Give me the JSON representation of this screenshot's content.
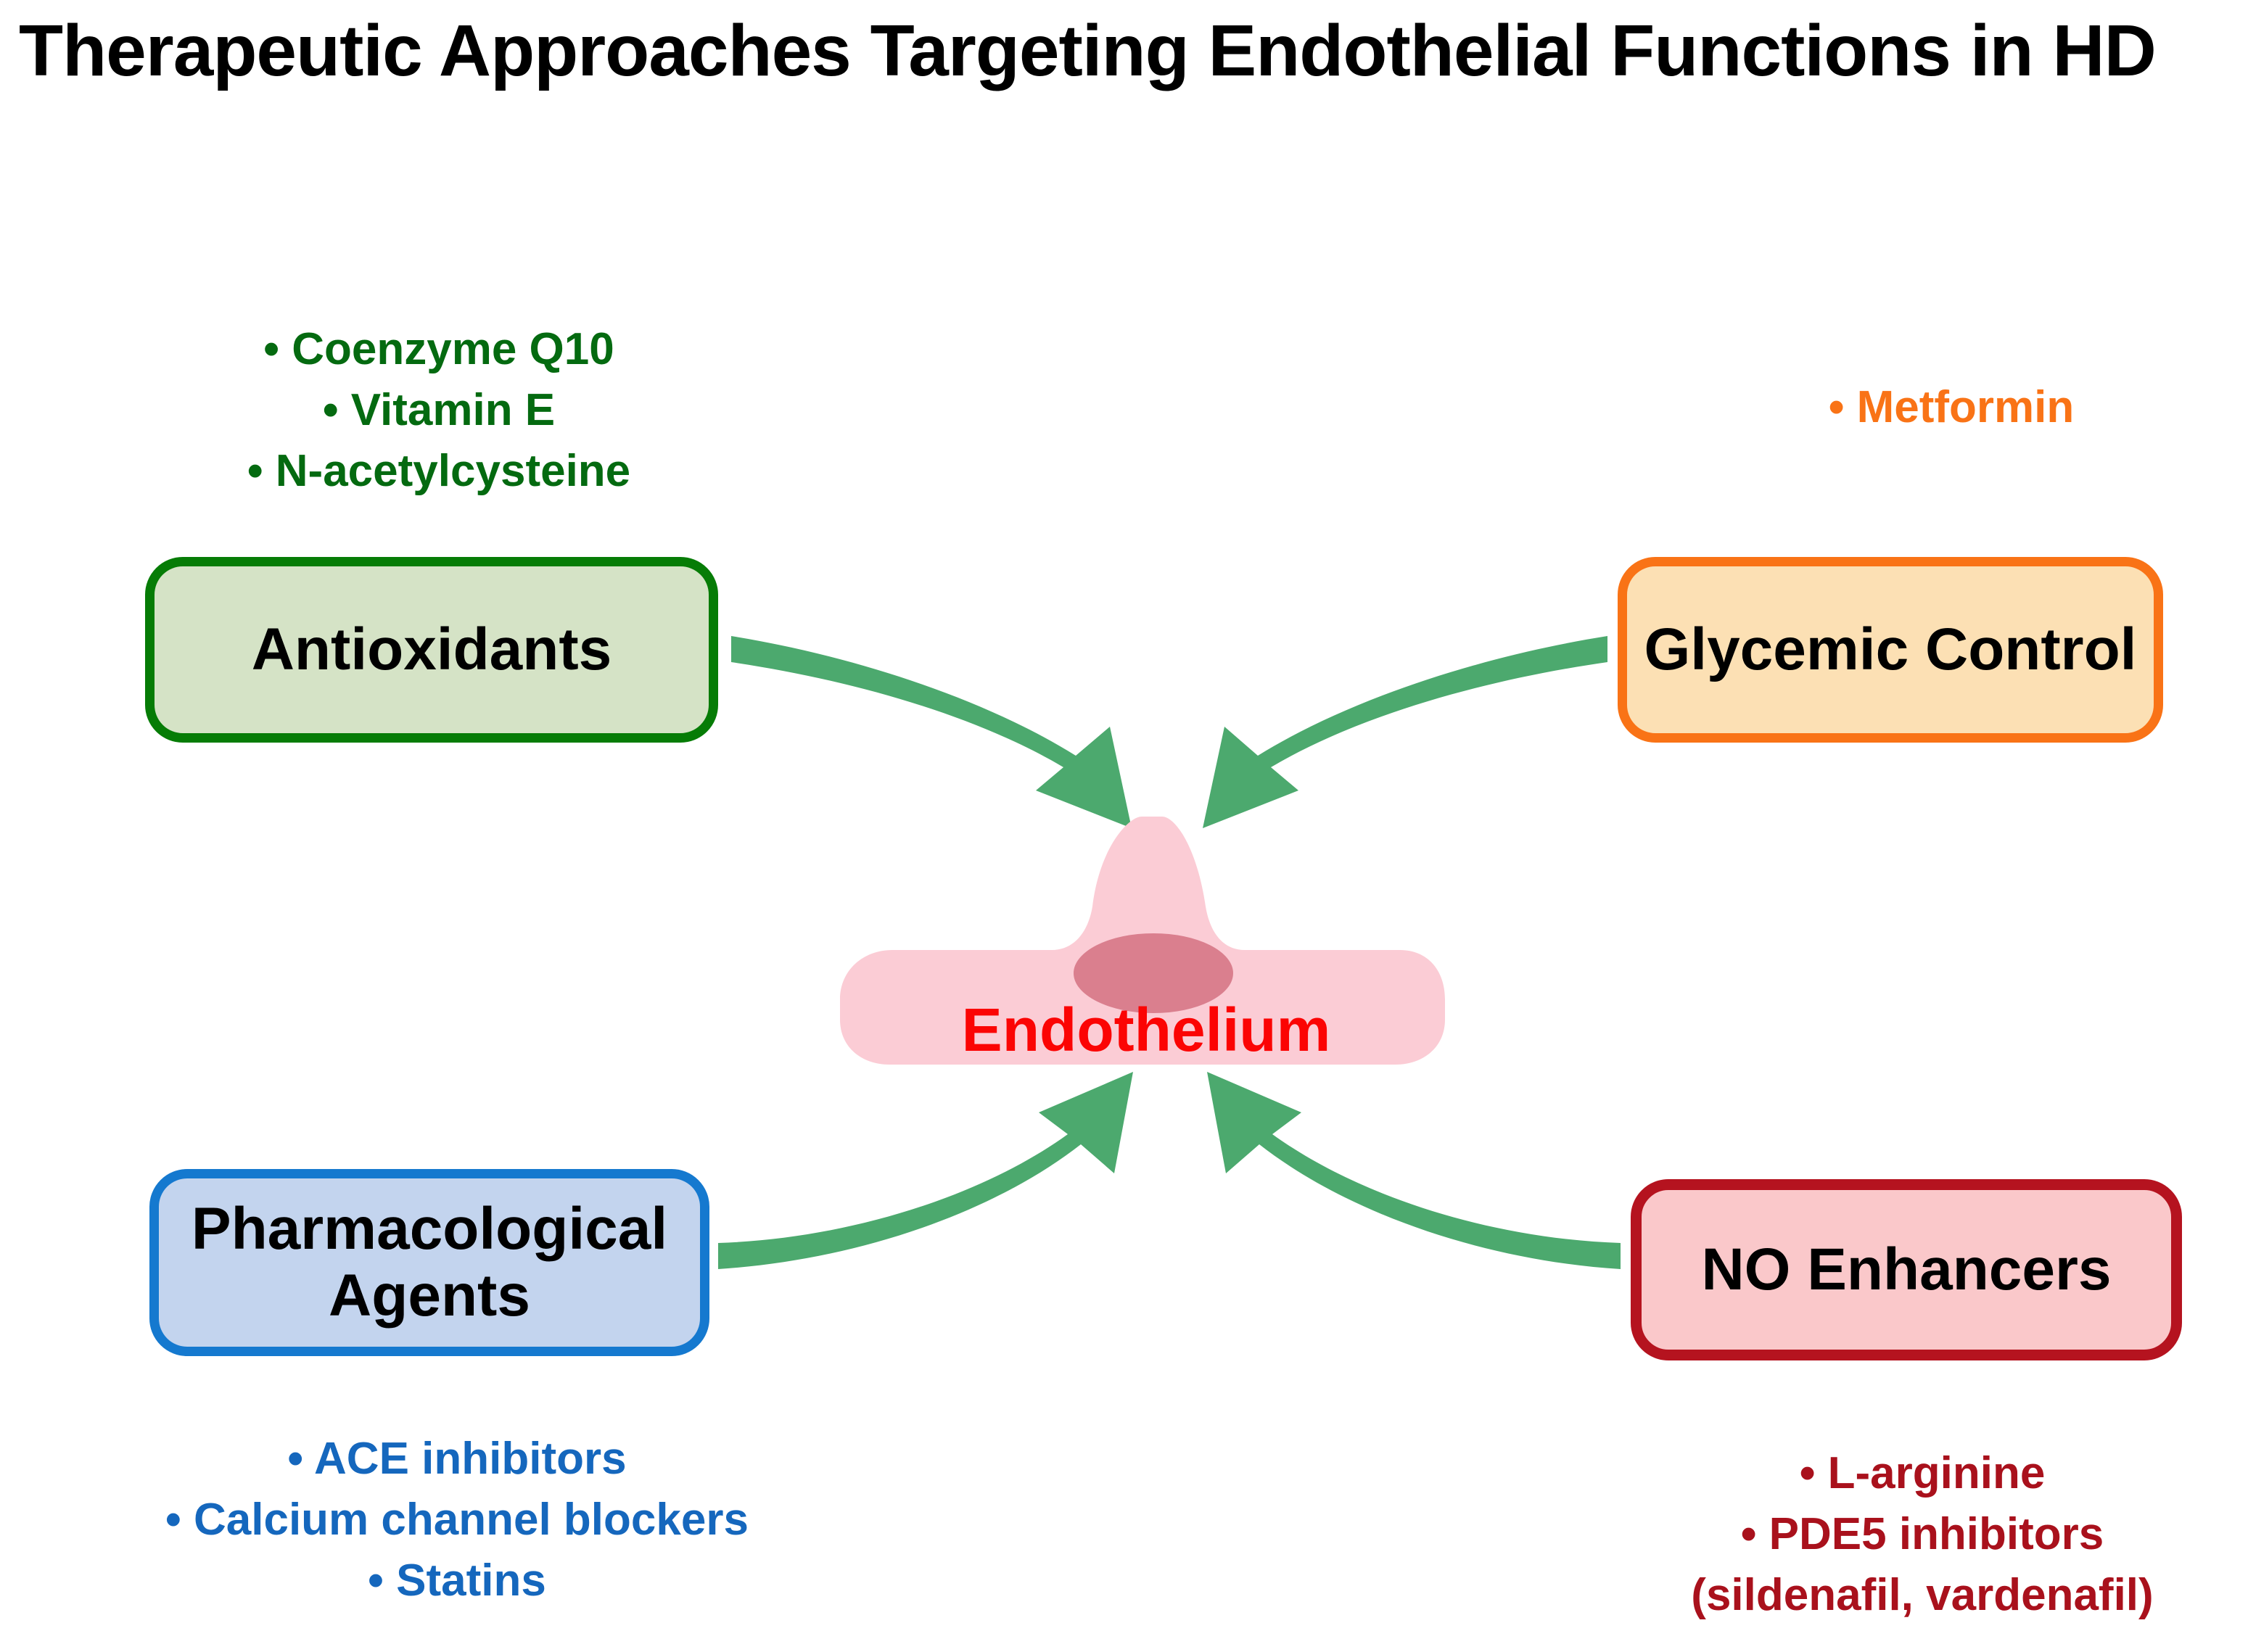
{
  "title": "Therapeutic Approaches Targeting Endothelial Functions in HD",
  "center": {
    "cell_label": "Endothelium",
    "cell_label_color": "#fb0404",
    "cell_fill": "#fbccd5",
    "nucleus_fill": "#da7f8e"
  },
  "arrow_color": "#4ca96e",
  "nodes": {
    "antioxidants": {
      "label": "Antioxidants",
      "fill": "#d5e3c6",
      "border": "#067c06",
      "text_color": "#046a10",
      "items": [
        "• Coenzyme Q10",
        "• Vitamin E",
        "• N-acetylcysteine"
      ]
    },
    "glycemic": {
      "label": "Glycemic Control",
      "fill": "#fce0b4",
      "border": "#f97316",
      "text_color": "#f97316",
      "items": [
        "• Metformin"
      ]
    },
    "pharma": {
      "label": "Pharmacological Agents",
      "fill": "#c3d4ee",
      "border": "#1579cf",
      "text_color": "#1567bd",
      "items": [
        "• ACE inhibitors",
        "• Calcium channel blockers",
        "• Statins"
      ]
    },
    "no_enhancers": {
      "label": "NO Enhancers",
      "fill": "#fac8ca",
      "border": "#b5131f",
      "text_color": "#a9111c",
      "items": [
        "• L-arginine",
        "• PDE5 inhibitors",
        "(sildenafil, vardenafil)"
      ]
    }
  }
}
